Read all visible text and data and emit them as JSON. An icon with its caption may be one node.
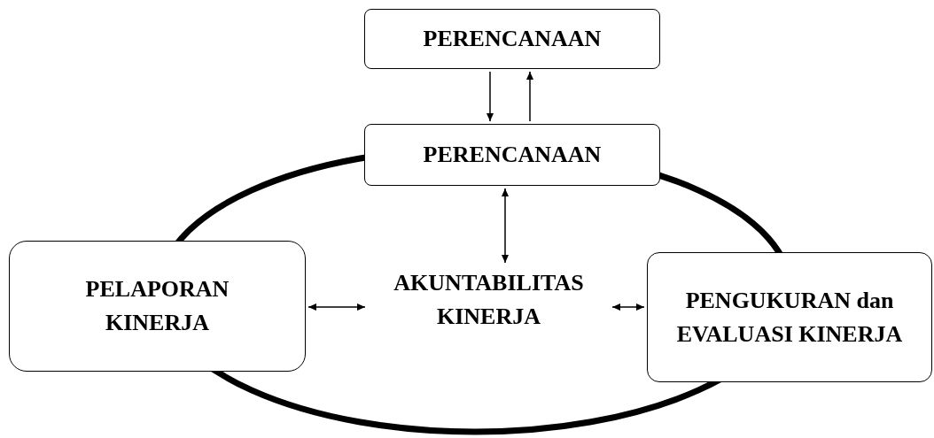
{
  "diagram": {
    "nodes": [
      {
        "text": [
          "PERENCANAAN"
        ]
      },
      {
        "text": [
          "PERENCANAAN"
        ]
      },
      {
        "text": [
          "PELAPORAN KINERJA"
        ]
      },
      {
        "text": [
          "AKUNTABILITAS KINERJA"
        ]
      },
      {
        "text": [
          "PENGUKURAN dan EVALUASI KINERJA"
        ]
      }
    ],
    "edges": [
      {
        "from": 0,
        "to": 1,
        "arrow": "to"
      },
      {
        "from": 1,
        "to": 0,
        "arrow": "to"
      },
      {
        "from": 1,
        "to": 3,
        "arrow": "both"
      },
      {
        "from": 3,
        "to": 2,
        "arrow": "both"
      },
      {
        "from": 3,
        "to": 4,
        "arrow": "both"
      }
    ]
  }
}
